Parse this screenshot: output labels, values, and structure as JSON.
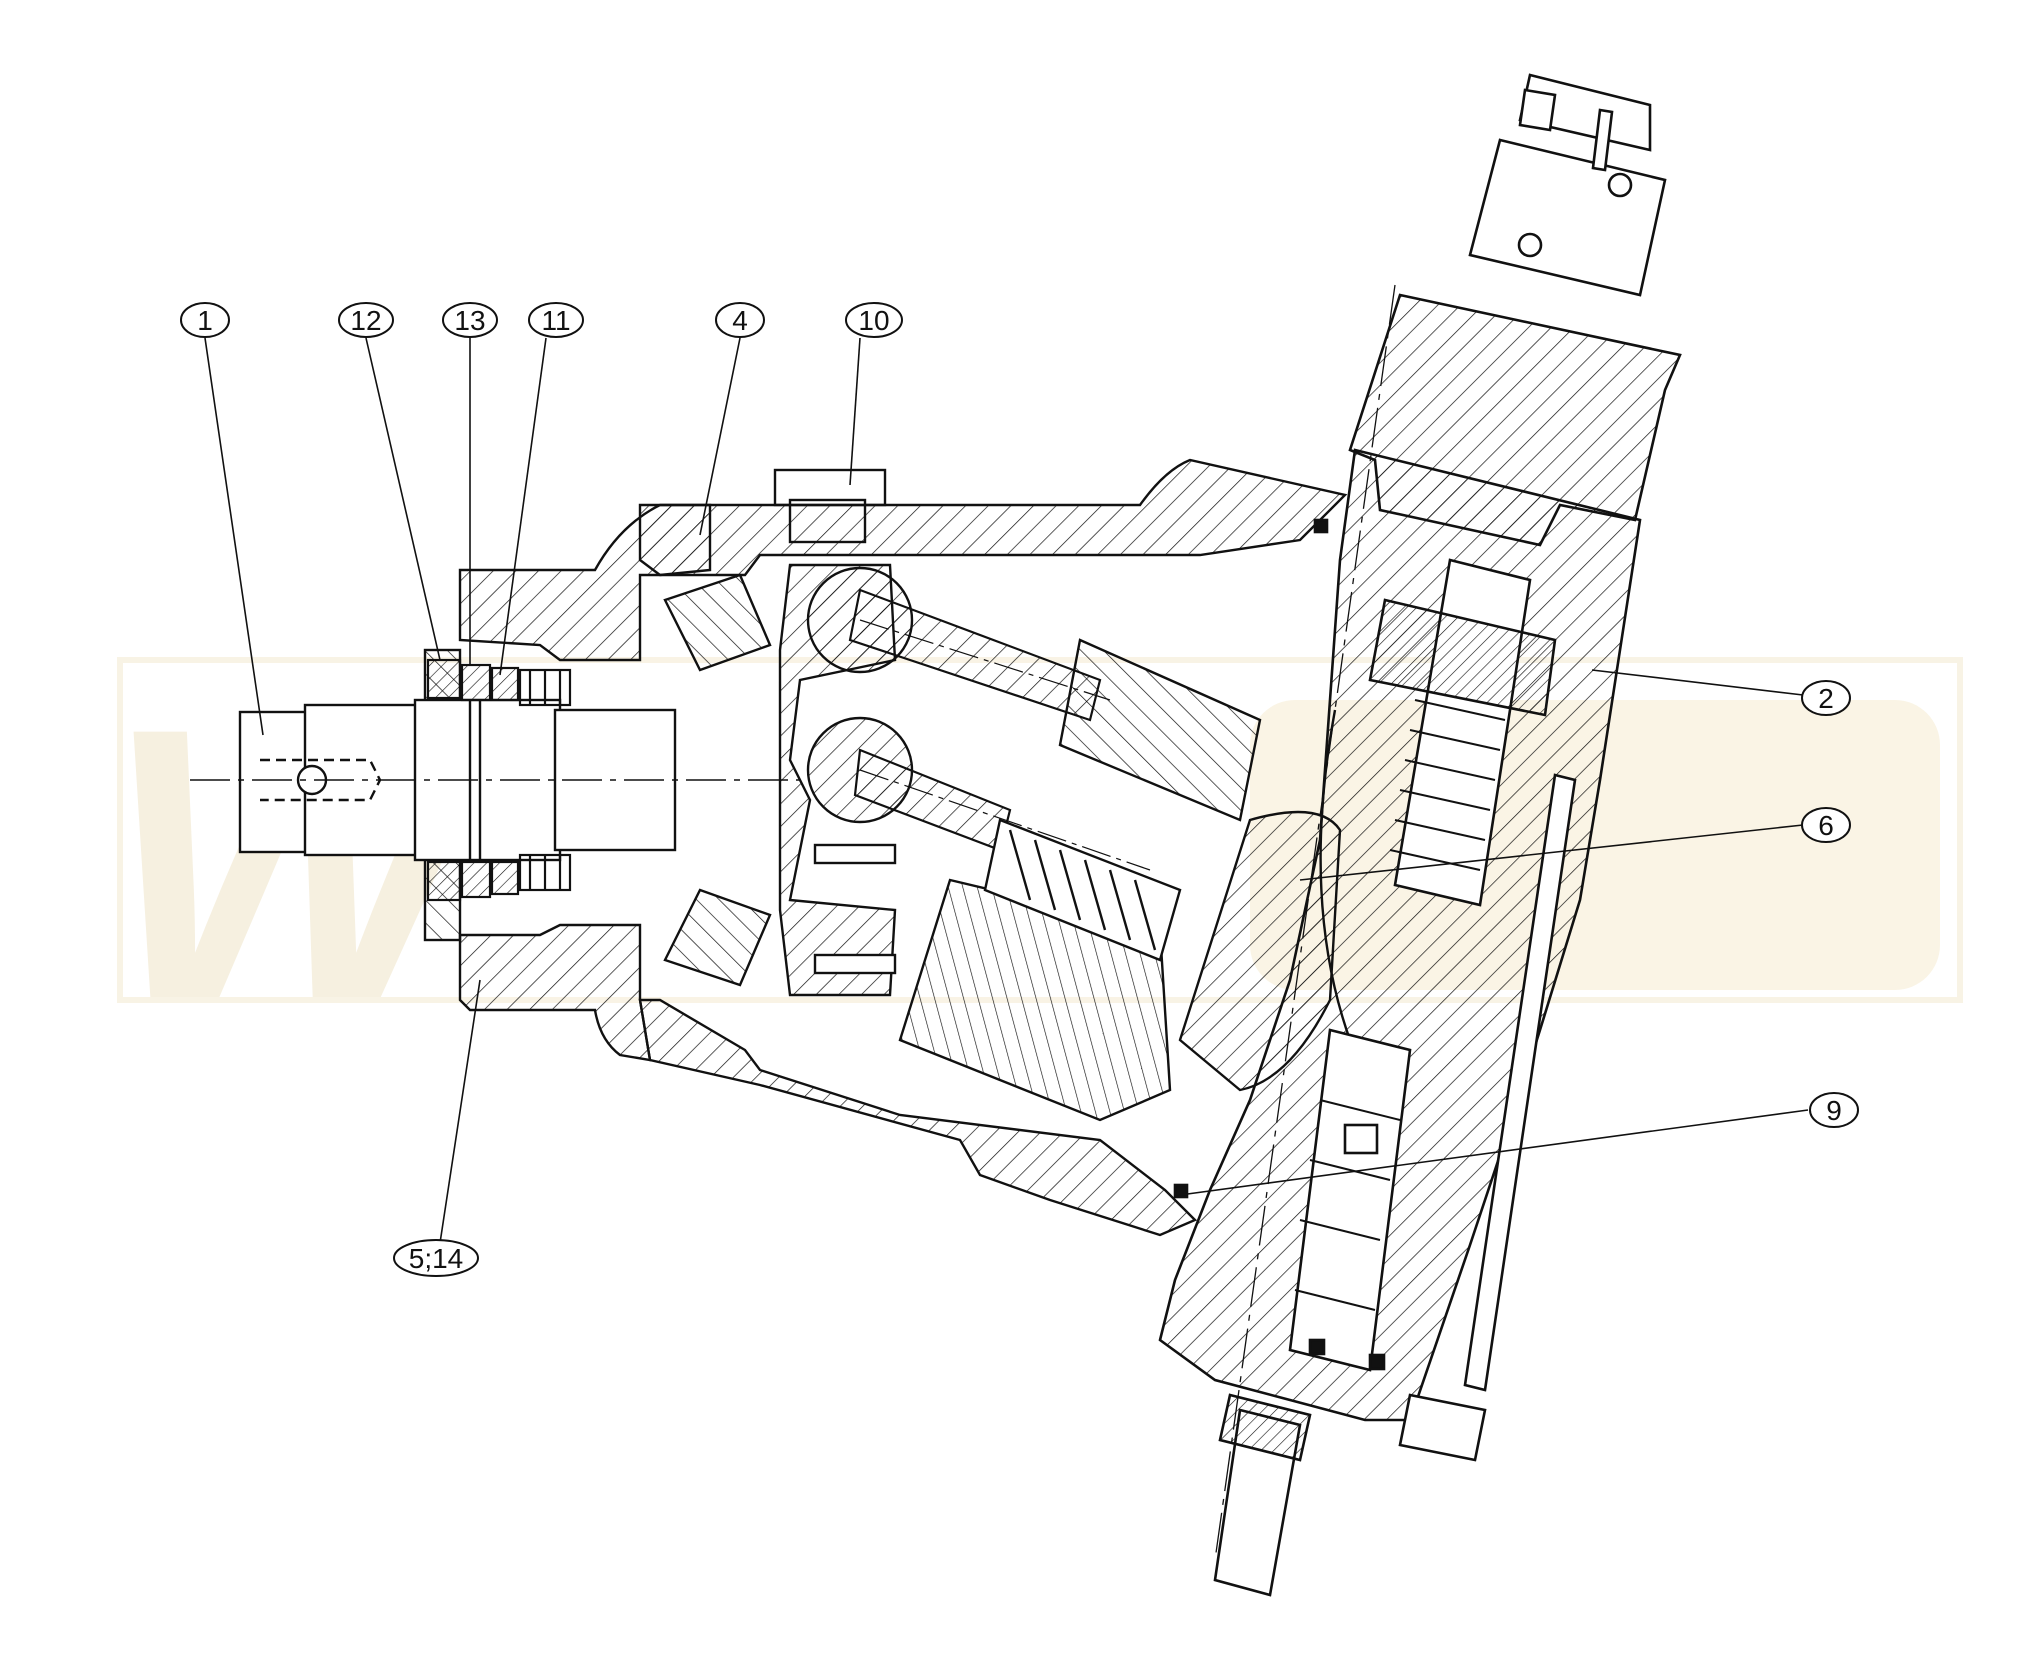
{
  "watermark": {
    "text": "W",
    "color": "#f3ead2"
  },
  "colors": {
    "line": "#111111",
    "background": "#ffffff"
  },
  "callouts": [
    {
      "id": "1",
      "label": "1"
    },
    {
      "id": "12",
      "label": "12"
    },
    {
      "id": "13",
      "label": "13"
    },
    {
      "id": "11",
      "label": "11"
    },
    {
      "id": "4",
      "label": "4"
    },
    {
      "id": "10",
      "label": "10"
    },
    {
      "id": "2",
      "label": "2"
    },
    {
      "id": "6",
      "label": "6"
    },
    {
      "id": "9",
      "label": "9"
    },
    {
      "id": "5-14",
      "label": "5;14"
    }
  ]
}
